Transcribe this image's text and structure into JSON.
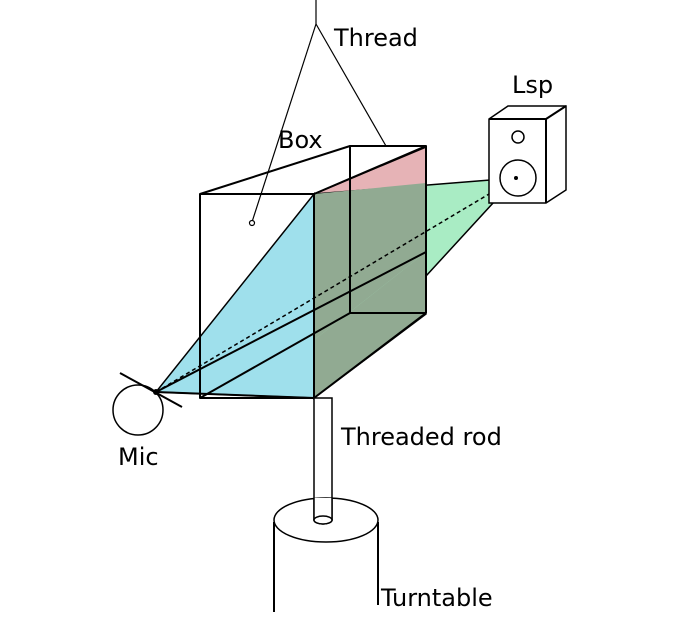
{
  "labels": {
    "thread": "Thread",
    "box": "Box",
    "lsp": "Lsp",
    "mic": "Mic",
    "threaded_rod": "Threaded rod",
    "turntable": "Turntable"
  },
  "colors": {
    "mic_plane": "#9fe0ec",
    "lsp_plane": "#a9ecc4",
    "rear_plane": "#e6b3b6",
    "overlap": "#91aa92",
    "outline": "#000000",
    "background": "#ffffff"
  }
}
